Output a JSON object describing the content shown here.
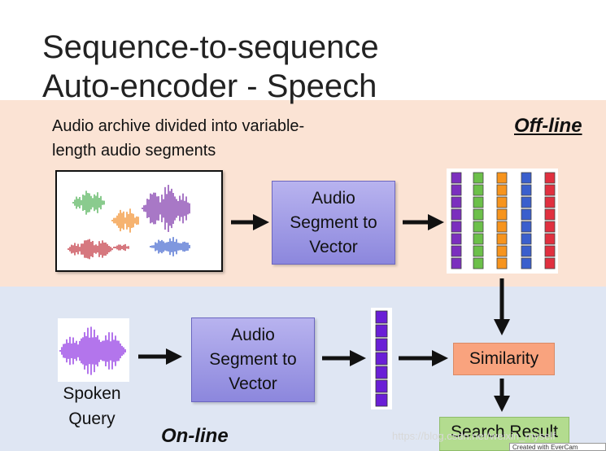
{
  "title": {
    "line1": "Sequence-to-sequence",
    "line2": "Auto-encoder - Speech"
  },
  "offline": {
    "label": "Off-line",
    "caption_line1": "Audio archive divided into variable-",
    "caption_line2": "length audio segments",
    "encoder_line1": "Audio",
    "encoder_line2": "Segment to",
    "encoder_line3": "Vector",
    "vector_colors": [
      "#7b2fbe",
      "#6cc04a",
      "#f7941d",
      "#3a5fcd",
      "#e0303f"
    ],
    "waveform_colors": [
      "#4caf50",
      "#f08a24",
      "#7a2fa8",
      "#c0303a",
      "#3a5fcd"
    ]
  },
  "online": {
    "label": "On-line",
    "query_line1": "Spoken",
    "query_line2": "Query",
    "encoder_line1": "Audio",
    "encoder_line2": "Segment to",
    "encoder_line3": "Vector",
    "vector_color": "#6a1fd6",
    "query_wave_color": "#8a2be2"
  },
  "similarity_label": "Similarity",
  "result_label": "Search Result",
  "watermark": "https://blog.csdn.net/weixin_myself",
  "badge": "Created with EverCam"
}
